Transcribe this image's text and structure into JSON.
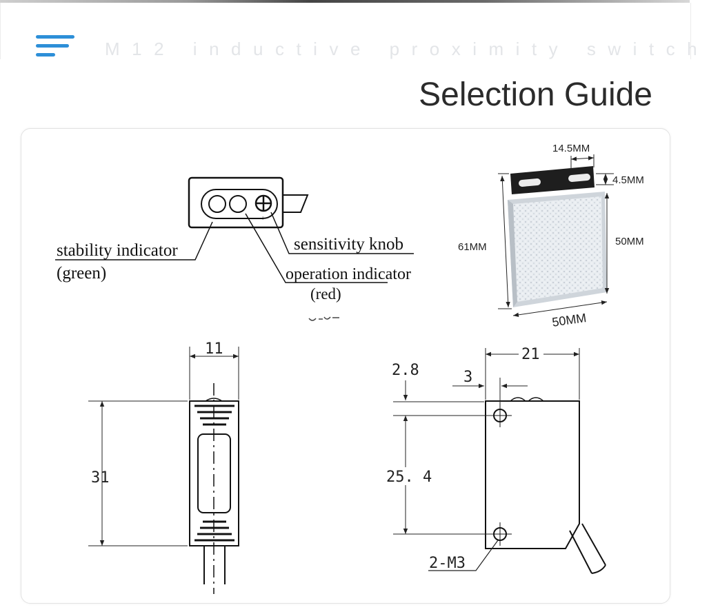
{
  "header": {
    "subtitle": "M12 inductive proximity switch",
    "title": "Selection Guide",
    "menu_icon": "hamburger-menu-icon",
    "accent_color": "#2d8fd8"
  },
  "indicator_panel": {
    "stability_indicator": "stability indicator",
    "stability_color": "(green)",
    "sensitivity_knob": "sensitivity knob",
    "operation_indicator": "operation indicator",
    "operation_color": "(red)"
  },
  "reflector": {
    "hole_spacing": "14.5MM",
    "bracket_height": "4.5MM",
    "total_height": "61MM",
    "reflector_height": "50MM",
    "width": "50MM"
  },
  "front_view": {
    "width": "11",
    "height": "31"
  },
  "side_view": {
    "width": "21",
    "hole_offset_top": "2.8",
    "hole_offset_side": "3",
    "hole_spacing": "25. 4",
    "mount_thread": "2-M3"
  }
}
